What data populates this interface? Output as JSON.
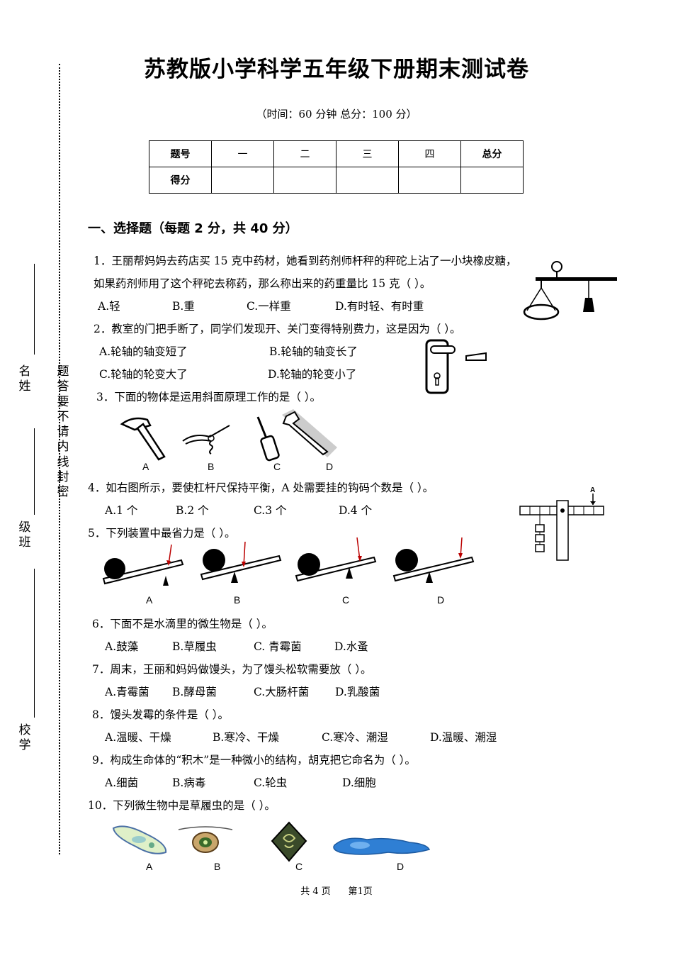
{
  "title": "苏教版小学科学五年级下册期末测试卷",
  "subtitle": "（时间：60 分钟    总分：100 分）",
  "score_table": {
    "header": [
      "题号",
      "一",
      "二",
      "三",
      "四",
      "总分"
    ],
    "row_label": "得分"
  },
  "binding_margin": {
    "notice": [
      "题",
      "答",
      "要",
      "不",
      "请",
      "内",
      "线",
      "封",
      "密"
    ],
    "name_label": [
      "名",
      "姓"
    ],
    "class_label": [
      "级",
      "班"
    ],
    "school_label": [
      "校",
      "学"
    ]
  },
  "section1_title": "一、选择题（每题 2 分，共 40 分）",
  "q1": {
    "line1": "1．王丽帮妈妈去药店买 15 克中药材，她看到药剂师杆秤的秤砣上沾了一小块橡皮糖，",
    "line2": "如果药剂师用了这个秤砣去称药，那么称出来的药重量比 15 克（      ）。",
    "options": [
      "A.轻",
      "B.重",
      "C.一样重",
      "D.有时轻、有时重"
    ]
  },
  "q2": {
    "stem": "2．教室的门把手断了，同学们发现开、关门变得特别费力，这是因为（      ）。",
    "options": [
      "A.轮轴的轴变短了",
      "B.轮轴的轴变长了",
      "C.轮轴的轮变大了",
      "D.轮轴的轮变小了"
    ]
  },
  "q3": {
    "stem": "3．下面的物体是运用斜面原理工作的是（      ）。",
    "labels": [
      "A",
      "B",
      "C",
      "D"
    ]
  },
  "q4": {
    "stem": "4．如右图所示，要使杠杆尺保持平衡，A 处需要挂的钩码个数是（      ）。",
    "options": [
      "A.1 个",
      "B.2 个",
      "C.3 个",
      "D.4 个"
    ],
    "figure_label": "A"
  },
  "q5": {
    "stem": "5．下列装置中最省力是（      ）。",
    "labels": [
      "A",
      "B",
      "C",
      "D"
    ]
  },
  "q6": {
    "stem": "6．下面不是水滴里的微生物是（      ）。",
    "options": [
      "A.鼓藻",
      "B.草履虫",
      "C. 青霉菌",
      "D.水蚤"
    ]
  },
  "q7": {
    "stem": "7．周末，王丽和妈妈做馒头，为了馒头松软需要放（      ）。",
    "options": [
      "A.青霉菌",
      "B.酵母菌",
      "C.大肠杆菌",
      "D.乳酸菌"
    ]
  },
  "q8": {
    "stem": "8．馒头发霉的条件是（      ）。",
    "options": [
      "A.温暖、干燥",
      "B.寒冷、干燥",
      "C.寒冷、潮湿",
      "D.温暖、潮湿"
    ]
  },
  "q9": {
    "stem": "9．构成生命体的“积木”是一种微小的结构，胡克把它命名为（      ）。",
    "options": [
      "A.细菌",
      "B.病毒",
      "C.轮虫",
      "D.细胞"
    ]
  },
  "q10": {
    "stem": "10．下列微生物中是草履虫的是（      ）。",
    "labels": [
      "A",
      "B",
      "C",
      "D"
    ]
  },
  "footer": "共 4 页      第1页",
  "icons": [
    "steelyard-scale-icon",
    "door-handle-icon",
    "hammer-icon",
    "corkscrew-icon",
    "screwdriver-icon",
    "wrench-icon",
    "lever-ruler-icon",
    "seesaw-lever-icon",
    "microbe-icon"
  ]
}
